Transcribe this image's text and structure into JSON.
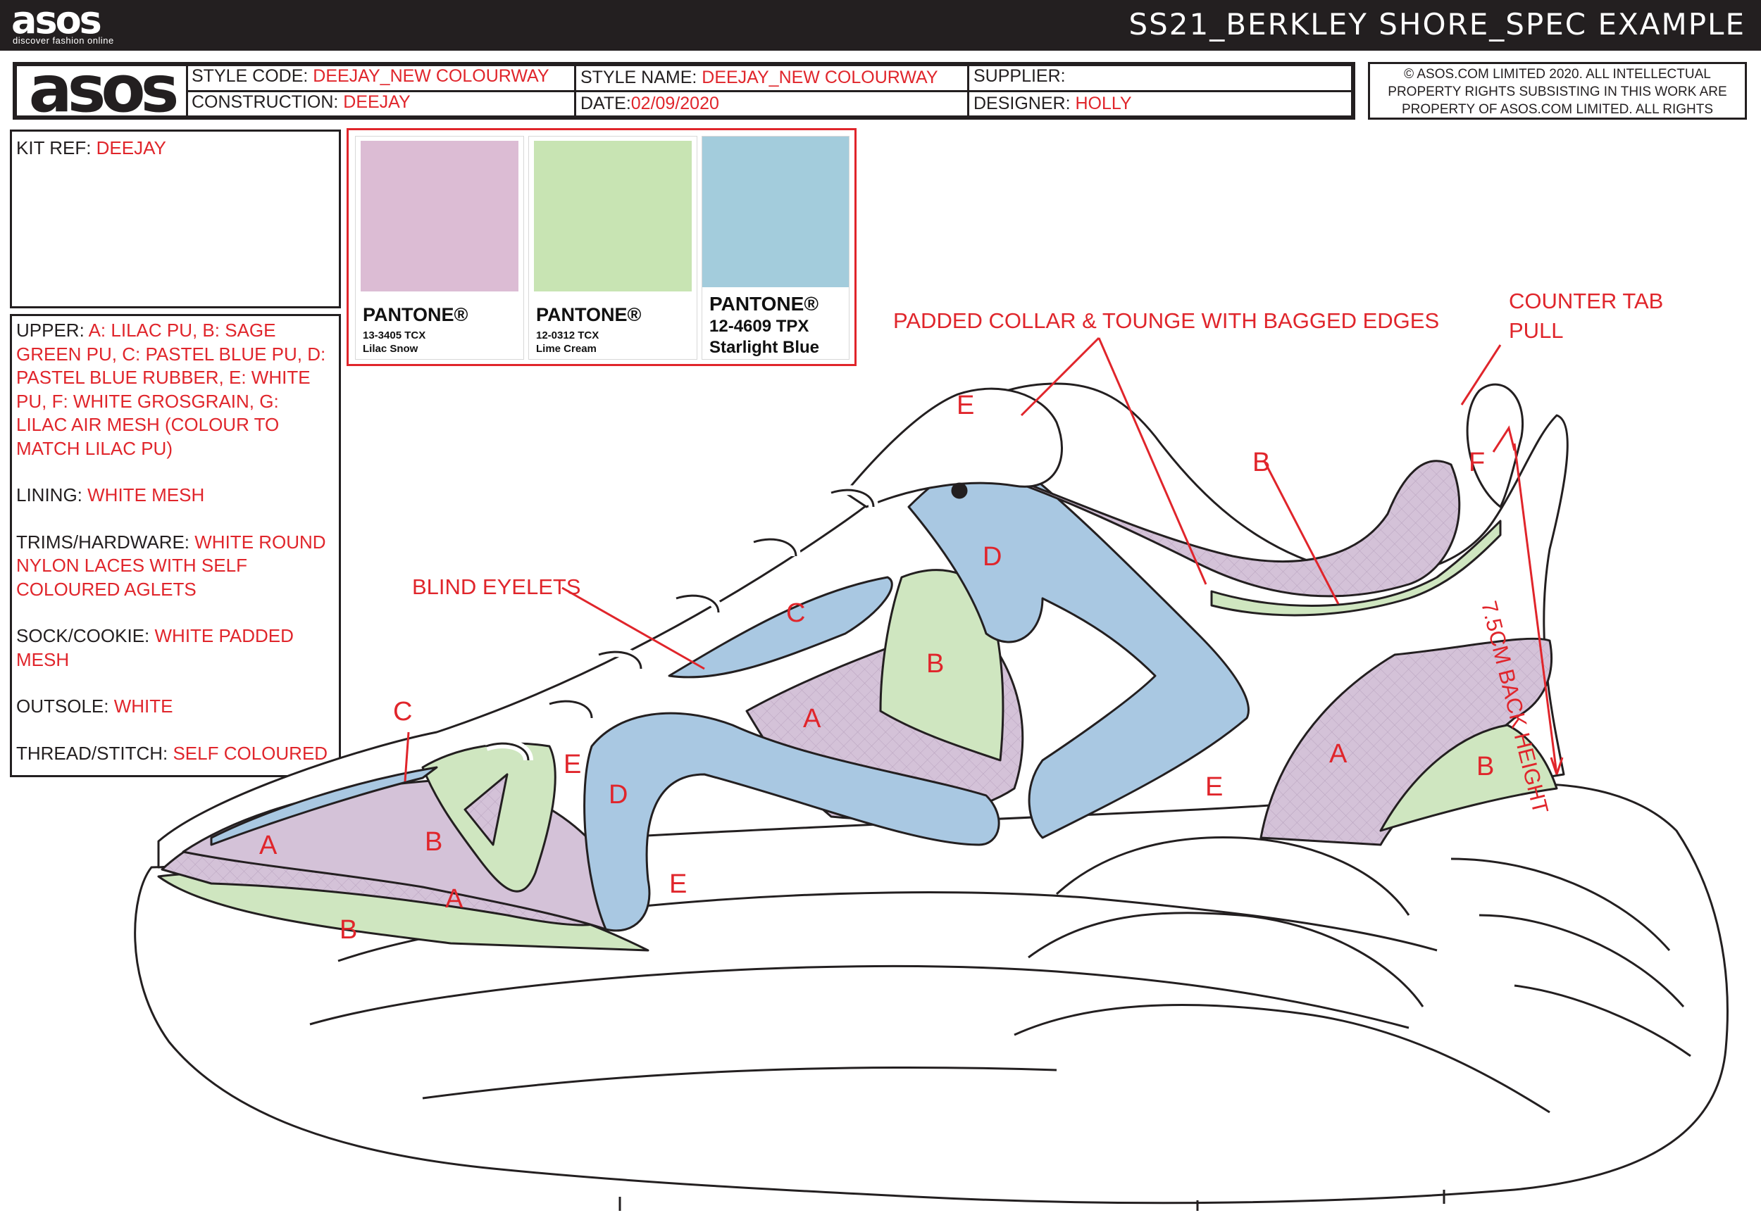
{
  "topbar": {
    "logo": "asos",
    "tagline": "discover fashion online",
    "title": "SS21_BERKLEY SHORE_SPEC EXAMPLE"
  },
  "header": {
    "logo": "asos",
    "style_code_label": "STYLE CODE: ",
    "style_code": "DEEJAY_NEW COLOURWAY",
    "construction_label": "CONSTRUCTION: ",
    "construction": "DEEJAY",
    "style_name_label": "STYLE NAME: ",
    "style_name": "DEEJAY_NEW COLOURWAY",
    "date_label": "DATE:",
    "date": "02/09/2020",
    "supplier_label": "SUPPLIER:",
    "supplier": "",
    "designer_label": "DESIGNER: ",
    "designer": "HOLLY",
    "copyright": "© ASOS.COM LIMITED 2020. ALL INTELLECTUAL PROPERTY RIGHTS SUBSISTING IN THIS WORK ARE PROPERTY OF ASOS.COM LIMITED. ALL RIGHTS"
  },
  "kit": {
    "label": "KIT REF: ",
    "value": "DEEJAY"
  },
  "specs": {
    "upper_label": "UPPER: ",
    "upper": "A: LILAC PU, B: SAGE GREEN PU, C: PASTEL BLUE PU, D: PASTEL BLUE RUBBER, E: WHITE PU, F: WHITE GROSGRAIN, G: LILAC AIR MESH (COLOUR TO MATCH LILAC PU)",
    "lining_label": "LINING: ",
    "lining": "WHITE MESH",
    "trims_label": "TRIMS/HARDWARE: ",
    "trims": "WHITE ROUND NYLON LACES WITH SELF COLOURED AGLETS",
    "sock_label": "SOCK/COOKIE: ",
    "sock": "WHITE PADDED MESH",
    "outsole_label": "OUTSOLE: ",
    "outsole": "WHITE",
    "thread_label": "THREAD/STITCH: ",
    "thread": "SELF COLOURED"
  },
  "swatches": [
    {
      "brand": "PANTONE®",
      "code": "13-3405 TCX",
      "name": "Lilac Snow",
      "color": "#dcbcd4"
    },
    {
      "brand": "PANTONE®",
      "code": "12-0312 TCX",
      "name": "Lime Cream",
      "color": "#c8e4b3"
    },
    {
      "brand": "PANTONE®",
      "code": "12-4609 TPX",
      "name": "Starlight Blue",
      "color": "#a3ccdc"
    }
  ],
  "annotations": {
    "padded": "PADDED COLLAR & TOUNGE WITH BAGGED EDGES",
    "counter1": "COUNTER TAB",
    "counter2": "PULL",
    "blind": "BLIND EYELETS",
    "back": "7.5CM BACK HEIGHT"
  },
  "labels": {
    "a": "A",
    "b": "B",
    "c": "C",
    "d": "D",
    "e": "E",
    "f": "F"
  },
  "colors": {
    "lilac": "#d4c2d8",
    "green": "#cfe6c0",
    "blue": "#a9c8e2",
    "red": "#e0252b",
    "ink": "#231f20"
  }
}
